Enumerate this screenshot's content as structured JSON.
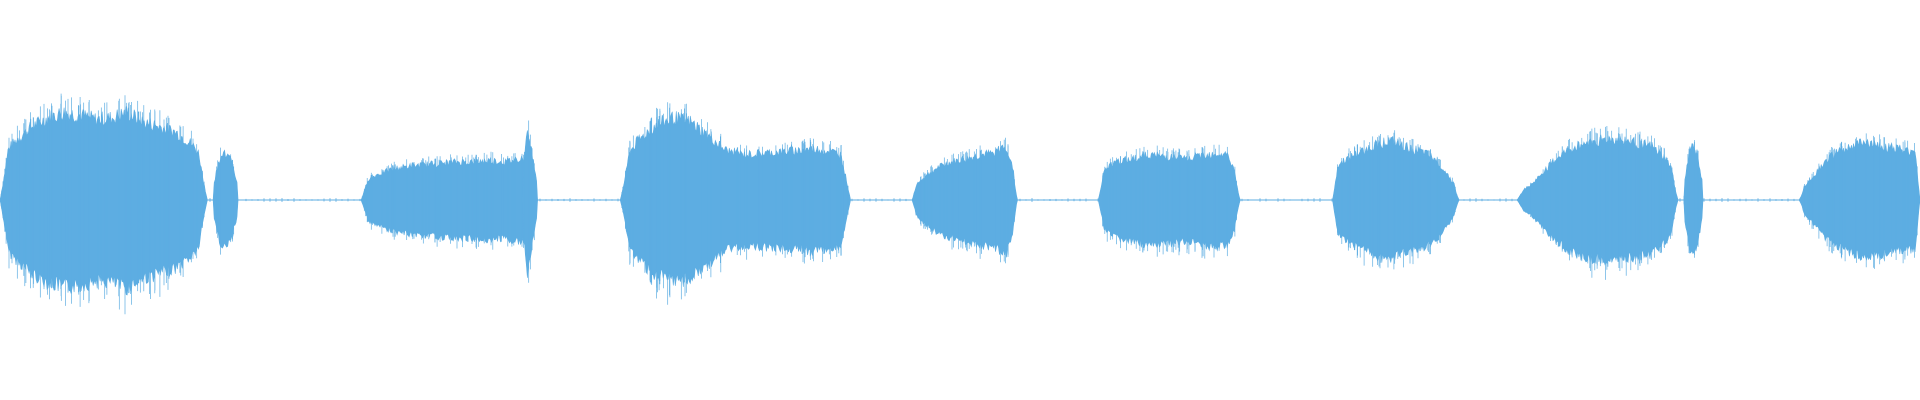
{
  "waveform": {
    "color": "#5dade2",
    "baseline_color": "#5dade2",
    "amplitude_range": [
      -1,
      1
    ],
    "duration_range": [
      0,
      1
    ],
    "segments": [
      {
        "name": "burst-1",
        "start": 0.0,
        "end": 0.108,
        "peak": 0.62,
        "shape": [
          0.3,
          0.42,
          0.52,
          0.58,
          0.62,
          0.6,
          0.57,
          0.58,
          0.62,
          0.55,
          0.52,
          0.48,
          0.4,
          0.25
        ]
      },
      {
        "name": "click-1",
        "start": 0.111,
        "end": 0.124,
        "peak": 0.34,
        "shape": [
          0.1,
          0.34,
          0.3,
          0.1
        ]
      },
      {
        "name": "burst-2",
        "start": 0.188,
        "end": 0.28,
        "peak": 0.3,
        "shape": [
          0.12,
          0.18,
          0.22,
          0.24,
          0.25,
          0.26,
          0.27,
          0.27,
          0.28,
          0.27,
          0.3,
          0.2
        ]
      },
      {
        "name": "spike-2",
        "start": 0.272,
        "end": 0.28,
        "peak": 0.52,
        "shape": [
          0.15,
          0.52,
          0.3,
          0.1
        ]
      },
      {
        "name": "burst-3",
        "start": 0.323,
        "end": 0.443,
        "peak": 0.6,
        "shape": [
          0.25,
          0.42,
          0.53,
          0.58,
          0.55,
          0.45,
          0.35,
          0.32,
          0.33,
          0.34,
          0.35,
          0.36,
          0.34,
          0.3
        ]
      },
      {
        "name": "burst-4",
        "start": 0.475,
        "end": 0.53,
        "peak": 0.39,
        "shape": [
          0.08,
          0.16,
          0.22,
          0.26,
          0.28,
          0.3,
          0.32,
          0.33,
          0.39,
          0.1
        ]
      },
      {
        "name": "burst-5",
        "start": 0.572,
        "end": 0.646,
        "peak": 0.4,
        "shape": [
          0.16,
          0.25,
          0.28,
          0.3,
          0.32,
          0.31,
          0.3,
          0.29,
          0.32,
          0.33,
          0.32,
          0.12
        ]
      },
      {
        "name": "burst-6",
        "start": 0.694,
        "end": 0.76,
        "peak": 0.48,
        "shape": [
          0.2,
          0.28,
          0.32,
          0.36,
          0.4,
          0.42,
          0.38,
          0.36,
          0.33,
          0.28,
          0.18,
          0.06
        ]
      },
      {
        "name": "burst-7",
        "start": 0.79,
        "end": 0.874,
        "peak": 0.46,
        "shape": [
          0.05,
          0.1,
          0.2,
          0.3,
          0.36,
          0.4,
          0.42,
          0.43,
          0.42,
          0.4,
          0.38,
          0.3,
          0.15
        ]
      },
      {
        "name": "click-7",
        "start": 0.877,
        "end": 0.887,
        "peak": 0.38,
        "shape": [
          0.1,
          0.38,
          0.34,
          0.1
        ]
      },
      {
        "name": "burst-8",
        "start": 0.937,
        "end": 1.0,
        "peak": 0.42,
        "shape": [
          0.05,
          0.15,
          0.26,
          0.33,
          0.36,
          0.4,
          0.4,
          0.38,
          0.36,
          0.35,
          0.34
        ]
      }
    ]
  }
}
